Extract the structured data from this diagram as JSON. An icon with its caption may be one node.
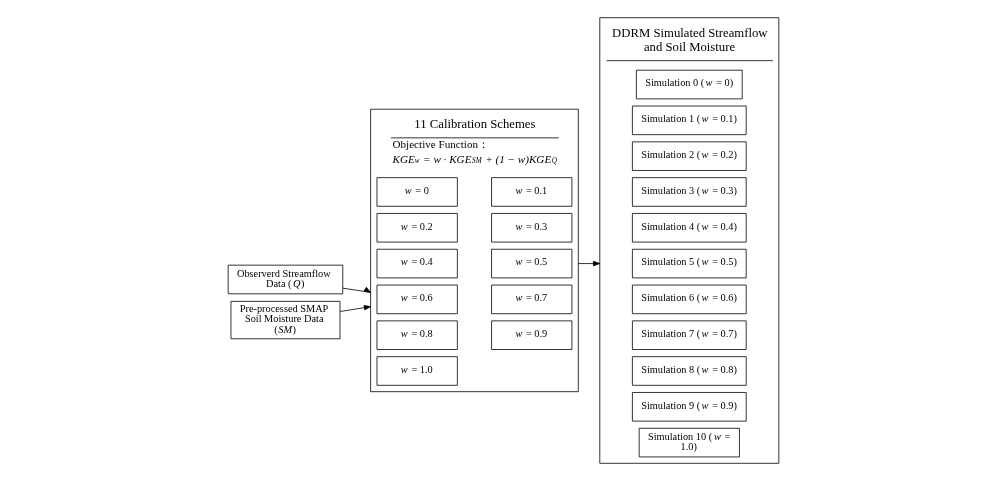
{
  "diagram": {
    "nodes": [
      {
        "text": [
          "Observerd Streamflow Data (*Q*)"
        ]
      },
      {
        "text": [
          "Pre-processed SMAP Soil Moisture Data (*SM*)"
        ]
      },
      {
        "text": [
          "11 Calibration Schemes",
          "Objective Function：",
          "KGE$_{w}$ = w · KGE$_{SM}$ + (1 − w)KGE$_{Q}$"
        ]
      },
      {
        "text": [
          "*w* = 0"
        ],
        "in": 2
      },
      {
        "text": [
          "*w* = 0.1"
        ],
        "in": 2
      },
      {
        "text": [
          "*w* = 0.2"
        ],
        "in": 2
      },
      {
        "text": [
          "*w* = 0.3"
        ],
        "in": 2
      },
      {
        "text": [
          "*w* = 0.4"
        ],
        "in": 2
      },
      {
        "text": [
          "*w* = 0.5"
        ],
        "in": 2
      },
      {
        "text": [
          "*w* = 0.6"
        ],
        "in": 2
      },
      {
        "text": [
          "*w* = 0.7"
        ],
        "in": 2
      },
      {
        "text": [
          "*w* = 0.8"
        ],
        "in": 2
      },
      {
        "text": [
          "*w* = 0.9"
        ],
        "in": 2
      },
      {
        "text": [
          "*w* = 1.0"
        ],
        "in": 2
      },
      {
        "text": [
          "DDRM Simulated Streamflow and Soil Moisture"
        ]
      },
      {
        "text": [
          "Simulation 0 (*w* = 0)"
        ],
        "in": 14
      },
      {
        "text": [
          "Simulation 1 (*w* = 0.1)"
        ],
        "in": 14
      },
      {
        "text": [
          "Simulation 2 (*w* = 0.2)"
        ],
        "in": 14
      },
      {
        "text": [
          "Simulation 3 (*w* = 0.3)"
        ],
        "in": 14
      },
      {
        "text": [
          "Simulation 4 (*w* = 0.4)"
        ],
        "in": 14
      },
      {
        "text": [
          "Simulation 5 (*w* = 0.5)"
        ],
        "in": 14
      },
      {
        "text": [
          "Simulation 6 (*w* = 0.6)"
        ],
        "in": 14
      },
      {
        "text": [
          "Simulation 7 (*w* = 0.7)"
        ],
        "in": 14
      },
      {
        "text": [
          "Simulation 8 (*w* = 0.8)"
        ],
        "in": 14
      },
      {
        "text": [
          "Simulation 9 (*w* = 0.9)"
        ],
        "in": 14
      },
      {
        "text": [
          "Simulation 10 (*w* = 1.0)"
        ],
        "in": 14
      }
    ],
    "edges": [
      {
        "from": 0,
        "to": 2,
        "arrow": "to"
      },
      {
        "from": 1,
        "to": 2,
        "arrow": "to"
      },
      {
        "from": 2,
        "to": 14,
        "arrow": "to"
      }
    ]
  }
}
